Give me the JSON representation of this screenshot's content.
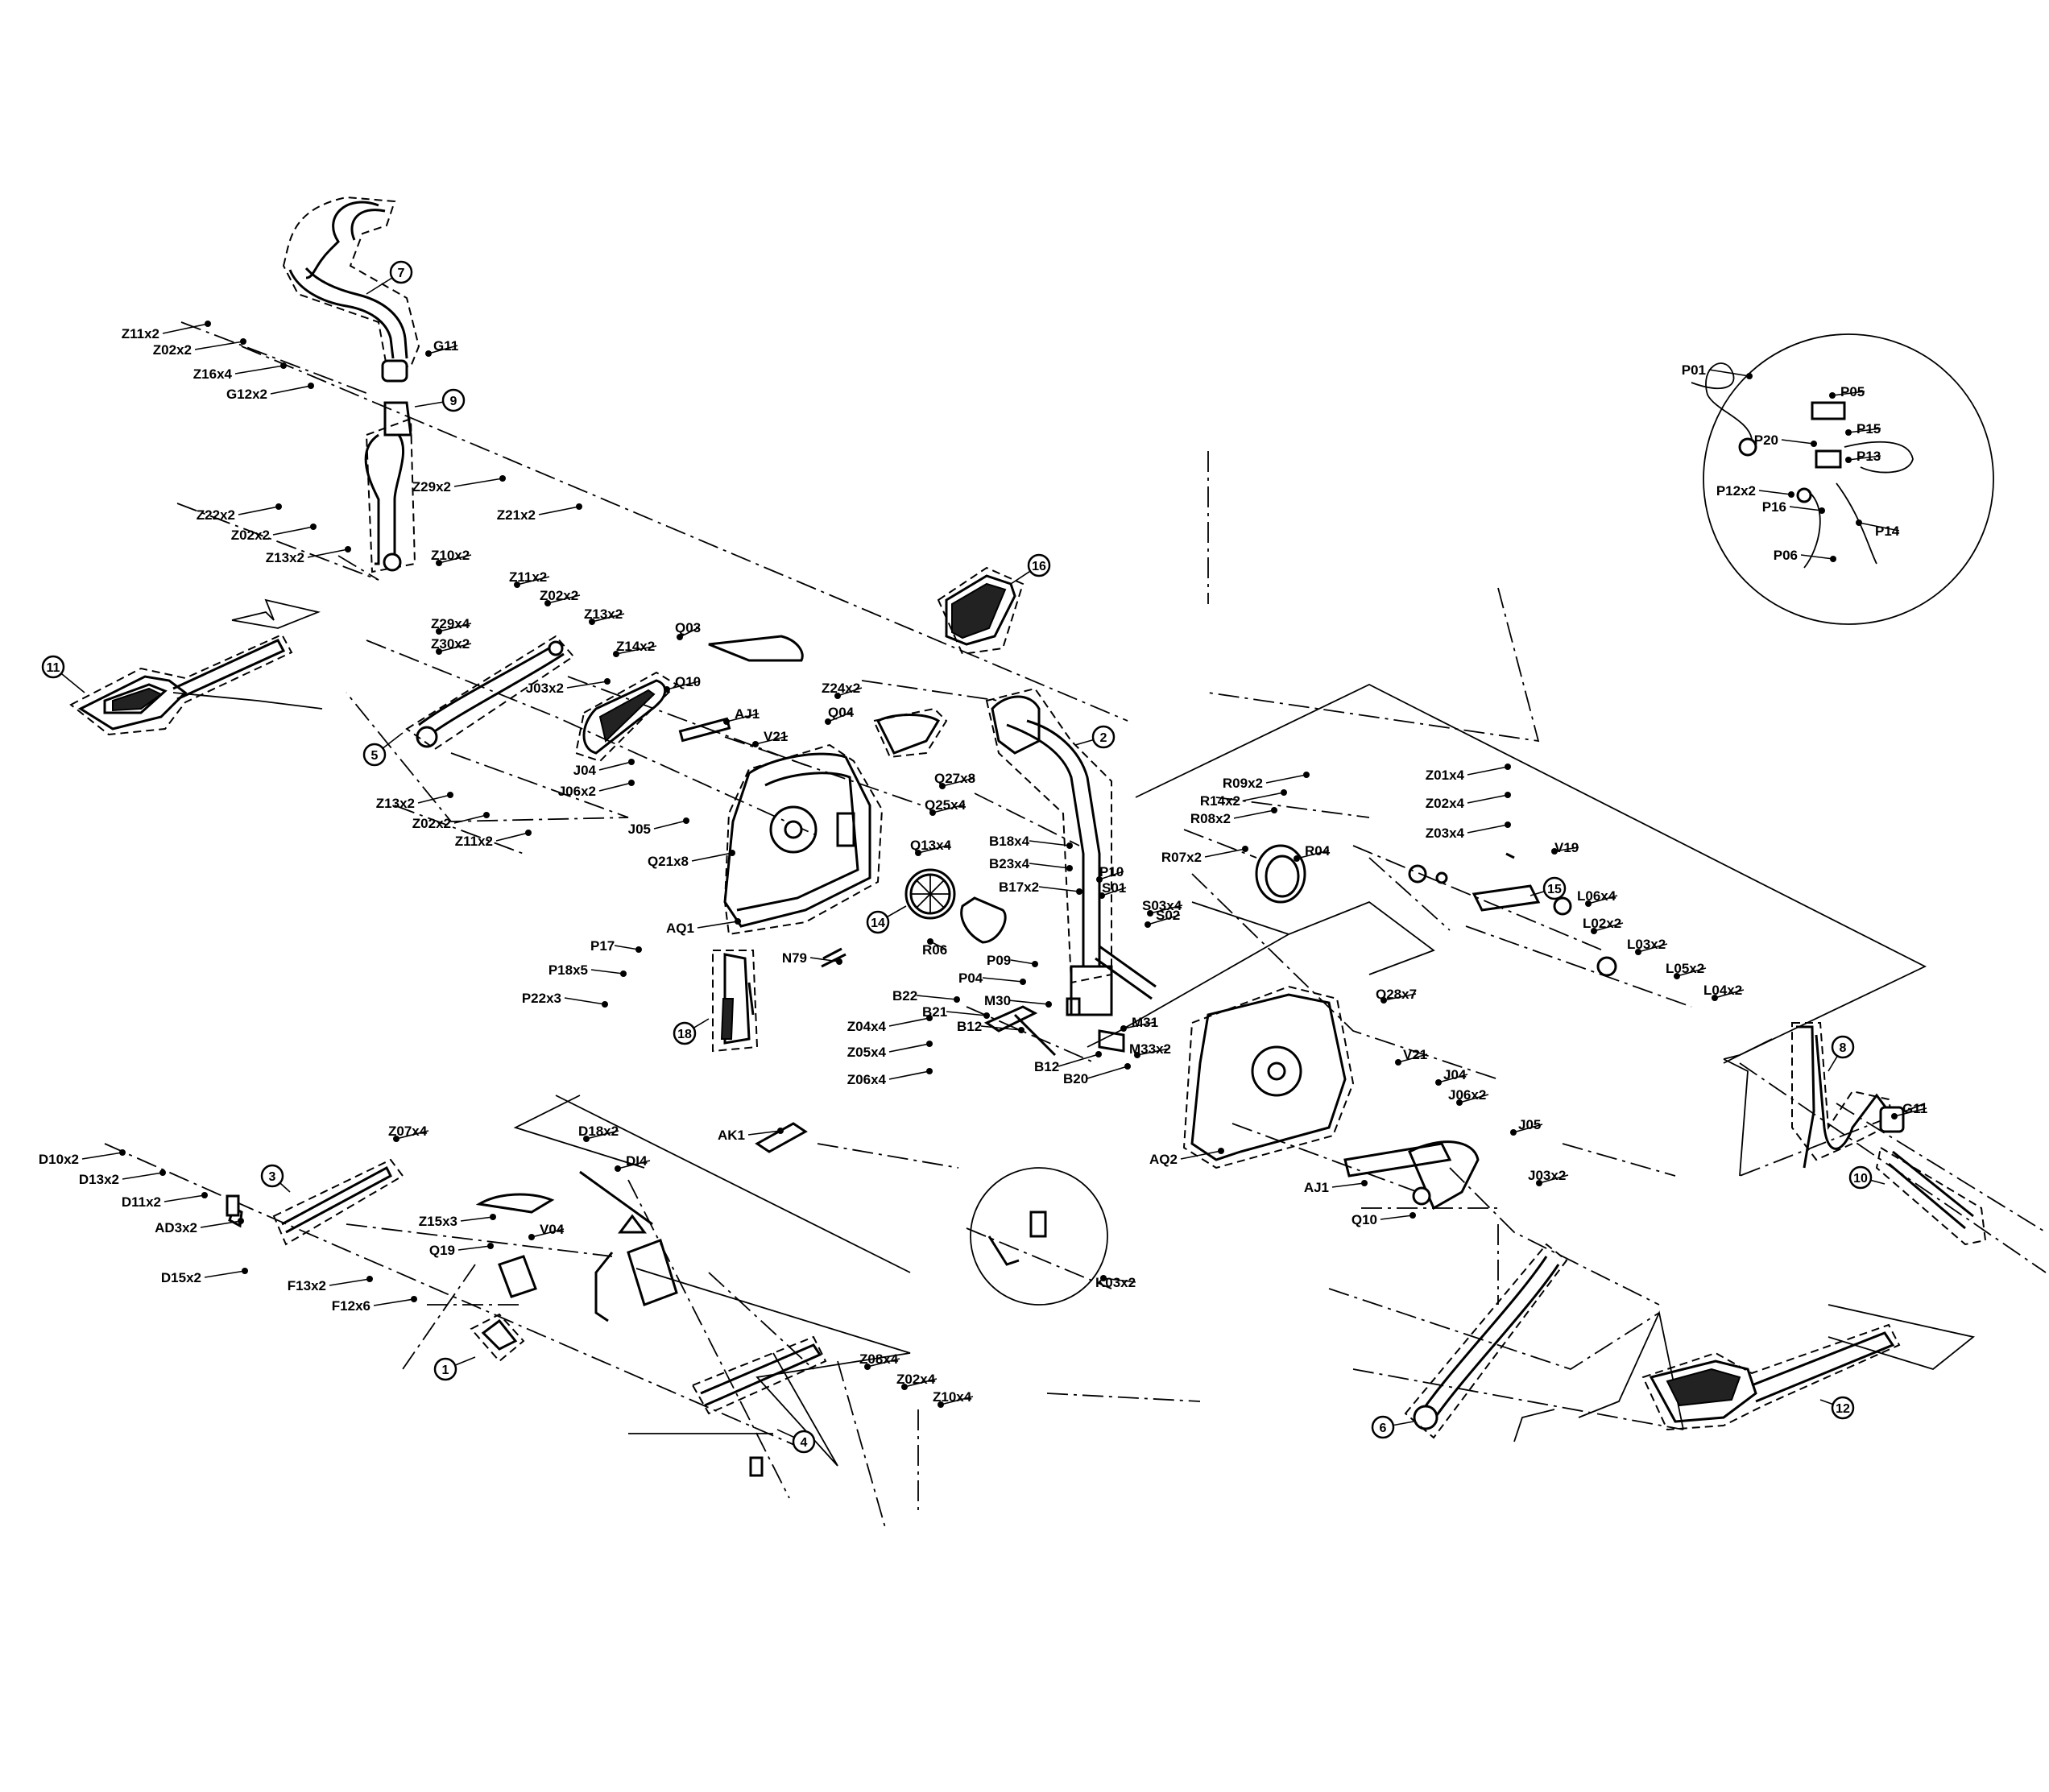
{
  "diagram": {
    "part_labels": [
      "Z11x2",
      "Z02x2",
      "Z16x4",
      "G12x2",
      "G11",
      "Z29x2",
      "Z21x2",
      "Z22x2",
      "Z02x2",
      "Z13x2",
      "Z10x2",
      "Z11x2",
      "Z02x2",
      "Z13x2",
      "Z29x4",
      "Z30x2",
      "Z14x2",
      "Q03",
      "J03x2",
      "Q10",
      "AJ1",
      "V21",
      "Z24x2",
      "Q04",
      "J04",
      "J06x2",
      "J05",
      "Q27x8",
      "Q25x4",
      "Z13x2",
      "Z02x2",
      "Z11x2",
      "Q21x8",
      "Q13x4",
      "AQ1",
      "R06",
      "N79",
      "P17",
      "P18x5",
      "P22x3",
      "B18x4",
      "B23x4",
      "P10",
      "B17x2",
      "S01",
      "S03x4",
      "S02",
      "P09",
      "P04",
      "B22",
      "B21",
      "M30",
      "B12",
      "M31",
      "M33x2",
      "B12",
      "B20",
      "Z04x4",
      "Z05x4",
      "Z06x4",
      "R09x2",
      "R14x2",
      "R08x2",
      "R07x2",
      "R04",
      "Z01x4",
      "Z02x4",
      "Z03x4",
      "V19",
      "L06x4",
      "L02x2",
      "L03x2",
      "L05x2",
      "L04x2",
      "Q28x7",
      "V21",
      "J04",
      "J06x2",
      "J05",
      "J03x2",
      "AJ1",
      "Q10",
      "AQ2",
      "AK1",
      "G11",
      "P01",
      "P05",
      "P15",
      "P20",
      "P13",
      "P12x2",
      "P16",
      "P14",
      "P06",
      "D10x2",
      "D13x2",
      "D11x2",
      "AD3x2",
      "D15x2",
      "Z07x4",
      "D18x2",
      "DI4",
      "V04",
      "Z15x3",
      "Q19",
      "F13x2",
      "F12x6",
      "Z08x4",
      "Z02x4",
      "Z10x4",
      "K03x2"
    ],
    "callouts": [
      "7",
      "9",
      "11",
      "5",
      "16",
      "2",
      "14",
      "18",
      "15",
      "3",
      "1",
      "4",
      "8",
      "10",
      "6",
      "12"
    ]
  }
}
